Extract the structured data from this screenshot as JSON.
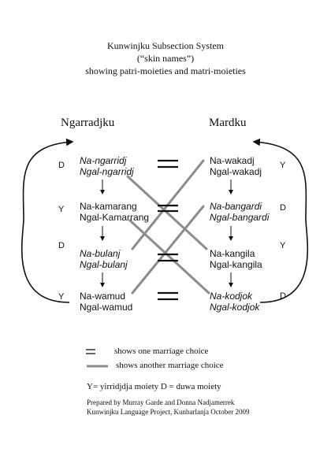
{
  "title": {
    "line1": "Kunwinjku Subsection System",
    "line2": "(“skin names”)",
    "line3": "showing patri-moieties and matri-moieties"
  },
  "moieties": {
    "left": "Ngarradjku",
    "right": "Mardku"
  },
  "left_column": [
    {
      "letter": "D",
      "male": "Na-ngarridj",
      "female": "Ngal-ngarridj",
      "italic": true
    },
    {
      "letter": "Y",
      "male": "Na-kamarang",
      "female": "Ngal-Kamarrang",
      "italic": false
    },
    {
      "letter": "D",
      "male": "Na-bulanj",
      "female": "Ngal-bulanj",
      "italic": true
    },
    {
      "letter": "Y",
      "male": "Na-wamud",
      "female": "Ngal-wamud",
      "italic": false
    }
  ],
  "right_column": [
    {
      "letter": "Y",
      "male": "Na-wakadj",
      "female": "Ngal-wakadj",
      "italic": false
    },
    {
      "letter": "D",
      "male": "Na-bangardi",
      "female": "Ngal-bangardi",
      "italic": true
    },
    {
      "letter": "Y",
      "male": "Na-kangila",
      "female": "Ngal-kangila",
      "italic": false
    },
    {
      "letter": "D",
      "male": "Na-kodjok",
      "female": "Ngal-kodjok",
      "italic": true
    }
  ],
  "legend": {
    "equals_symbol": "=",
    "equals_text": "shows one marriage choice",
    "line_text": "shows another marriage choice",
    "line_color": "#8c8c8c",
    "moiety_key": "Y= yirridjdja moiety D = duwa moiety"
  },
  "credit": {
    "line1": "Prepared by Murray Garde and Donna Nadjamerrek",
    "line2": "Kunwinjku Language Project, Kunbarlanja October 2009"
  }
}
